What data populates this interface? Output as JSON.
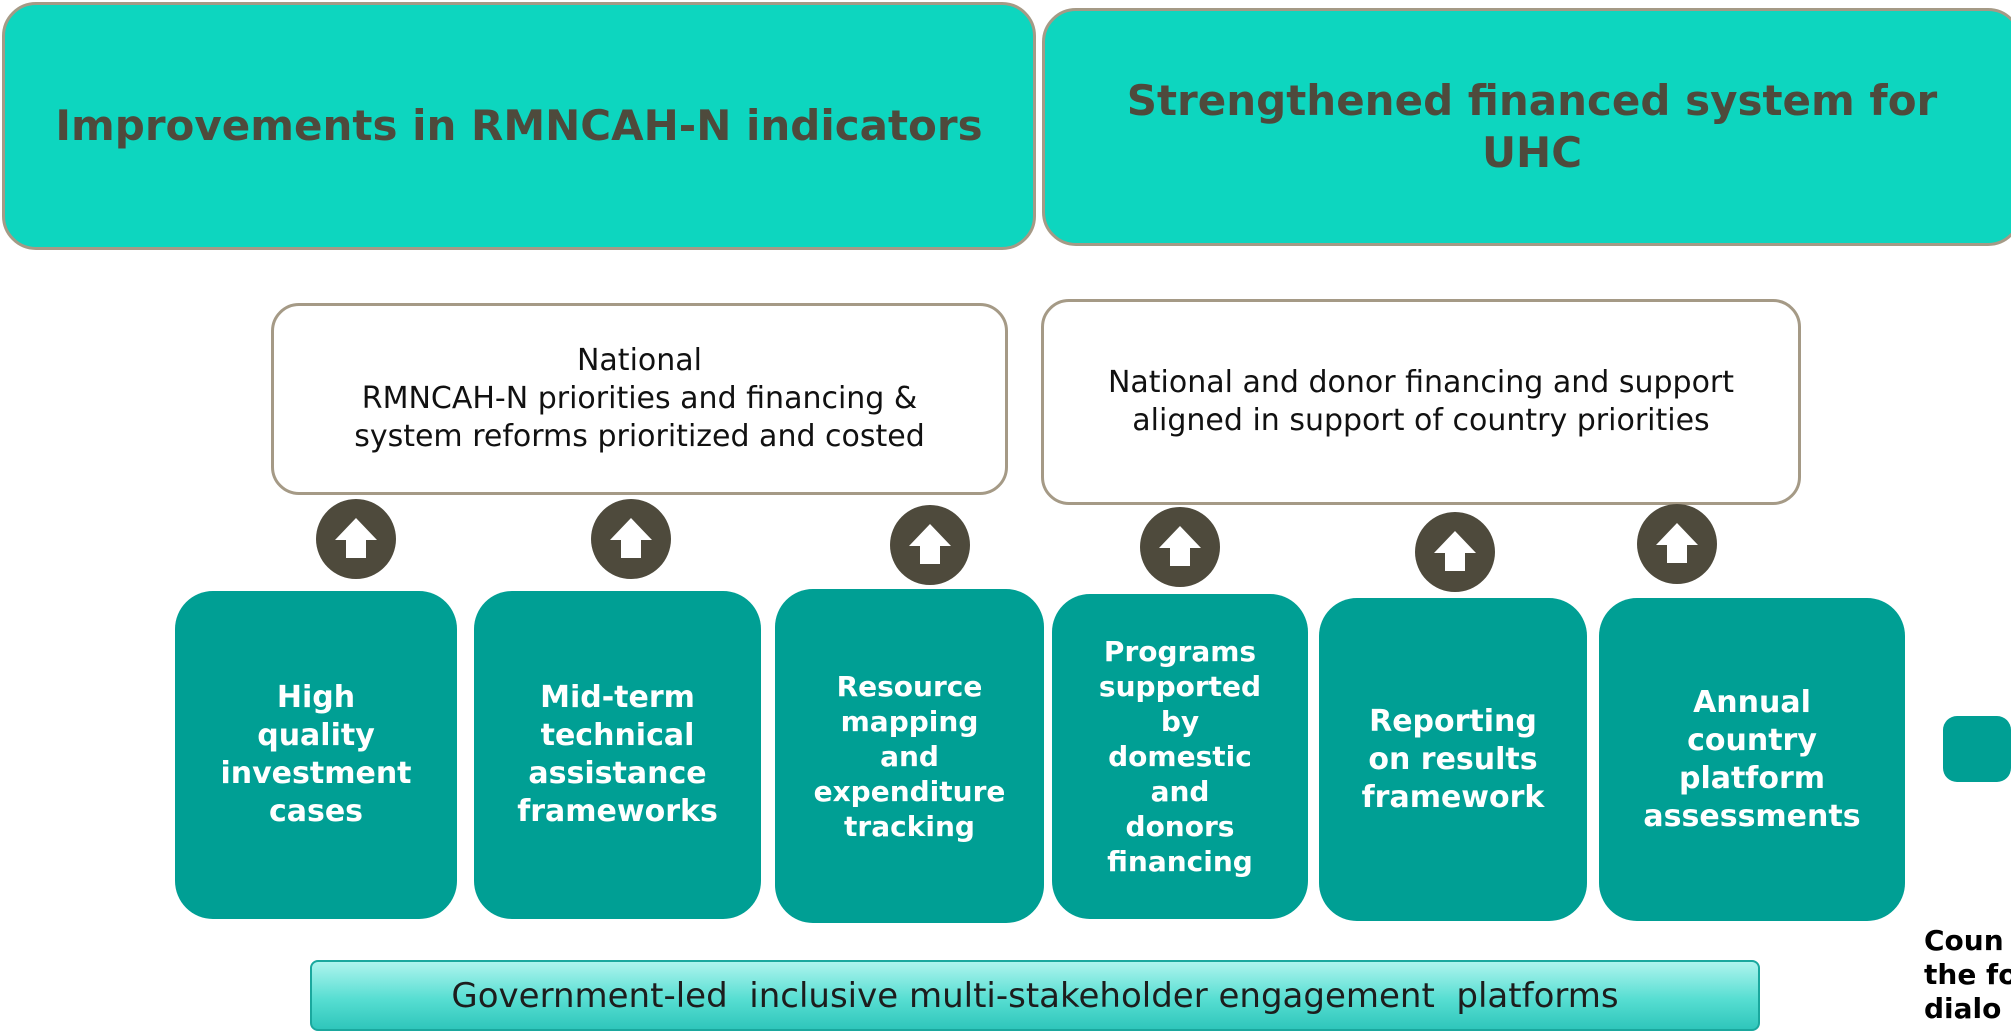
{
  "outcomes": [
    {
      "label": "Improvements in RMNCAH-N indicators"
    },
    {
      "label": "Strengthened financed system for UHC"
    }
  ],
  "outputs": [
    {
      "lines": [
        "National",
        "RMNCAH-N priorities and financing &",
        "system reforms prioritized and costed"
      ]
    },
    {
      "lines": [
        "National and donor financing and support",
        "aligned in support of country priorities"
      ]
    }
  ],
  "arrow_icon": "up-arrow-icon",
  "activities": [
    {
      "label": "High\nquality\ninvestment\ncases"
    },
    {
      "label": "Mid-term\ntechnical\nassistance\nframeworks"
    },
    {
      "label": "Resource\nmapping\nand\nexpenditure\ntracking"
    },
    {
      "label": "Programs\nsupported\nby\ndomestic\nand\ndonors\nfinancing"
    },
    {
      "label": "Reporting\non results\nframework"
    },
    {
      "label": "Annual\ncountry\nplatform\nassessments"
    }
  ],
  "platform": {
    "label": "Government-led  inclusive multi-stakeholder engagement  platforms"
  },
  "side_note": {
    "lines": [
      "Coun",
      "the fo",
      "dialo"
    ]
  },
  "colors": {
    "outcome_fill": "#0dd6bf",
    "activity_fill": "#009f94",
    "arrow_fill": "#4e4a3c",
    "border": "#a59a86"
  }
}
